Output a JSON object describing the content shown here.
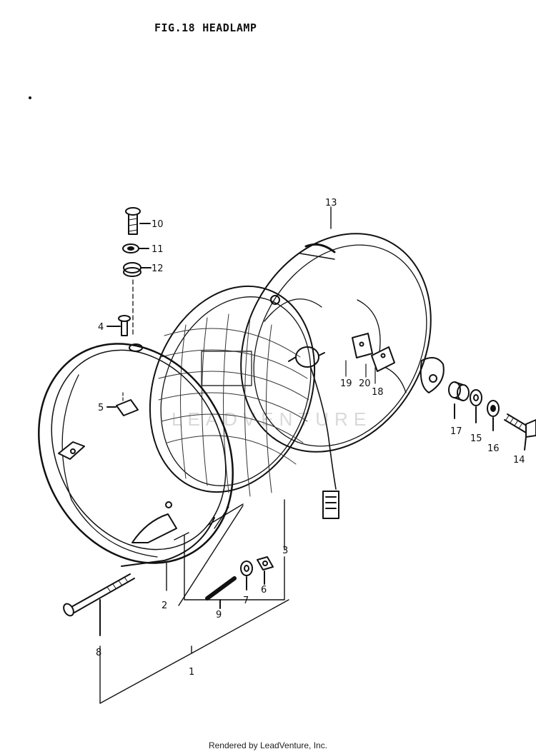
{
  "header": {
    "fig_number": "FIG.18",
    "title": "HEADLAMP"
  },
  "watermark": "LEADVENTURE",
  "footer": "Rendered by LeadVenture, Inc.",
  "parts": {
    "p1": "1",
    "p2": "2",
    "p3": "3",
    "p4": "4",
    "p5": "5",
    "p6": "6",
    "p7": "7",
    "p8": "8",
    "p9": "9",
    "p10": "10",
    "p11": "11",
    "p12": "12",
    "p13": "13",
    "p14": "14",
    "p15": "15",
    "p16": "16",
    "p17": "17",
    "p18": "18",
    "p19": "19",
    "p20": "20"
  }
}
